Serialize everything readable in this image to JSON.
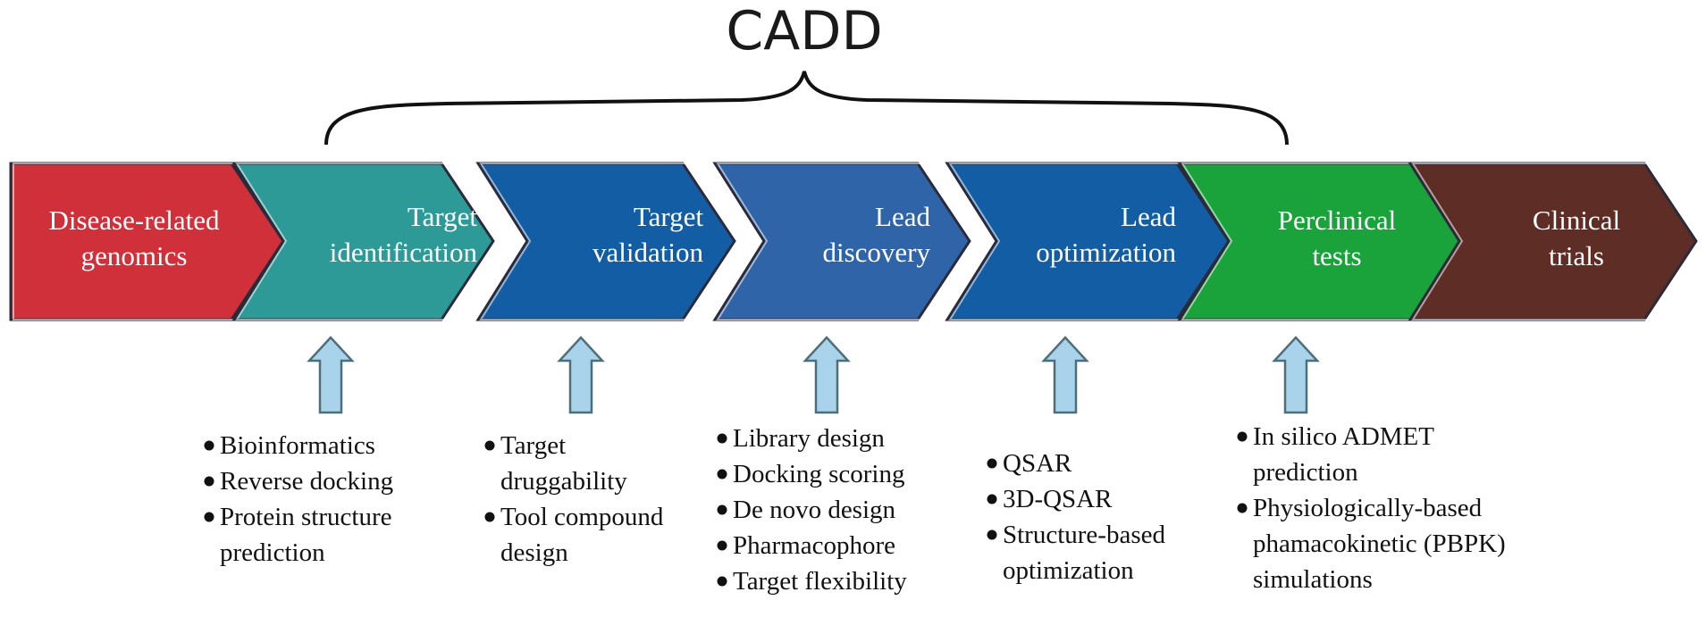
{
  "title": "CADD",
  "colors": {
    "disease": "#d0303a",
    "target_identification": "#2e9a97",
    "target_validation": "#135da5",
    "lead_discovery": "#2f64a9",
    "lead_optimization": "#135da5",
    "preclinical": "#1aa33b",
    "clinical": "#5d2d26",
    "arrow_fill": "#a9d3ea",
    "arrow_stroke": "#4e6e7a"
  },
  "stages": [
    {
      "lines": [
        "Disease-related",
        "genomics"
      ],
      "color_key": "disease"
    },
    {
      "lines": [
        "Target",
        "identification"
      ],
      "color_key": "target_identification"
    },
    {
      "lines": [
        "Target",
        "validation"
      ],
      "color_key": "target_validation"
    },
    {
      "lines": [
        "Lead",
        "discovery"
      ],
      "color_key": "lead_discovery"
    },
    {
      "lines": [
        "Lead",
        "optimization"
      ],
      "color_key": "lead_optimization"
    },
    {
      "lines": [
        "Perclinical",
        "tests"
      ],
      "color_key": "preclinical"
    },
    {
      "lines": [
        "Clinical",
        "trials"
      ],
      "color_key": "clinical"
    }
  ],
  "methods": [
    {
      "items": [
        [
          "Bioinformatics"
        ],
        [
          "Reverse docking"
        ],
        [
          "Protein structure",
          "prediction"
        ]
      ]
    },
    {
      "items": [
        [
          "Target",
          "druggability"
        ],
        [
          "Tool compound",
          "design"
        ]
      ]
    },
    {
      "items": [
        [
          "Library design"
        ],
        [
          "Docking scoring"
        ],
        [
          "De novo design"
        ],
        [
          "Pharmacophore"
        ],
        [
          "Target flexibility"
        ]
      ]
    },
    {
      "items": [
        [
          "QSAR"
        ],
        [
          "3D-QSAR"
        ],
        [
          "Structure-based",
          "optimization"
        ]
      ]
    },
    {
      "items": [
        [
          "In silico ADMET",
          "prediction"
        ],
        [
          "Physiologically-based",
          "phamacokinetic (PBPK)",
          "simulations"
        ]
      ]
    }
  ]
}
